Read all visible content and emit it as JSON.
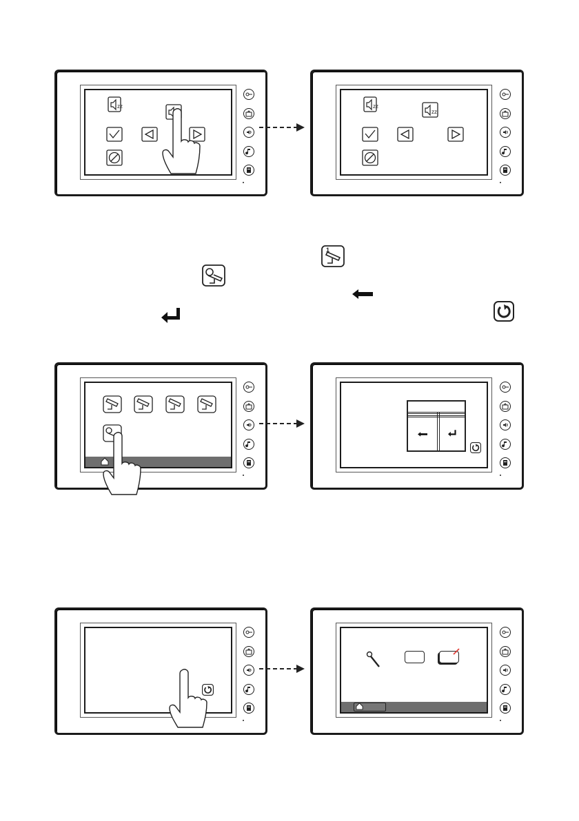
{
  "figure": {
    "panels": [
      {
        "id": "volume-adjust-before"
      },
      {
        "id": "volume-adjust-after"
      },
      {
        "id": "camera-menu-before"
      },
      {
        "id": "camera-password-keypad"
      },
      {
        "id": "hidden-restore-before"
      },
      {
        "id": "settings-menu-after"
      }
    ],
    "side_buttons": [
      "key-icon",
      "monitor-icon",
      "talk-icon",
      "ringtone-icon",
      "memo-icon"
    ],
    "inline_icons": [
      "camera-1-icon",
      "camera-settings-icon",
      "backspace-arrow-icon",
      "enter-arrow-icon",
      "refresh-icon"
    ],
    "colors": {
      "ink": "#1a1a1a",
      "bar": "#6e6e6e",
      "accent": "#e0403a"
    }
  }
}
